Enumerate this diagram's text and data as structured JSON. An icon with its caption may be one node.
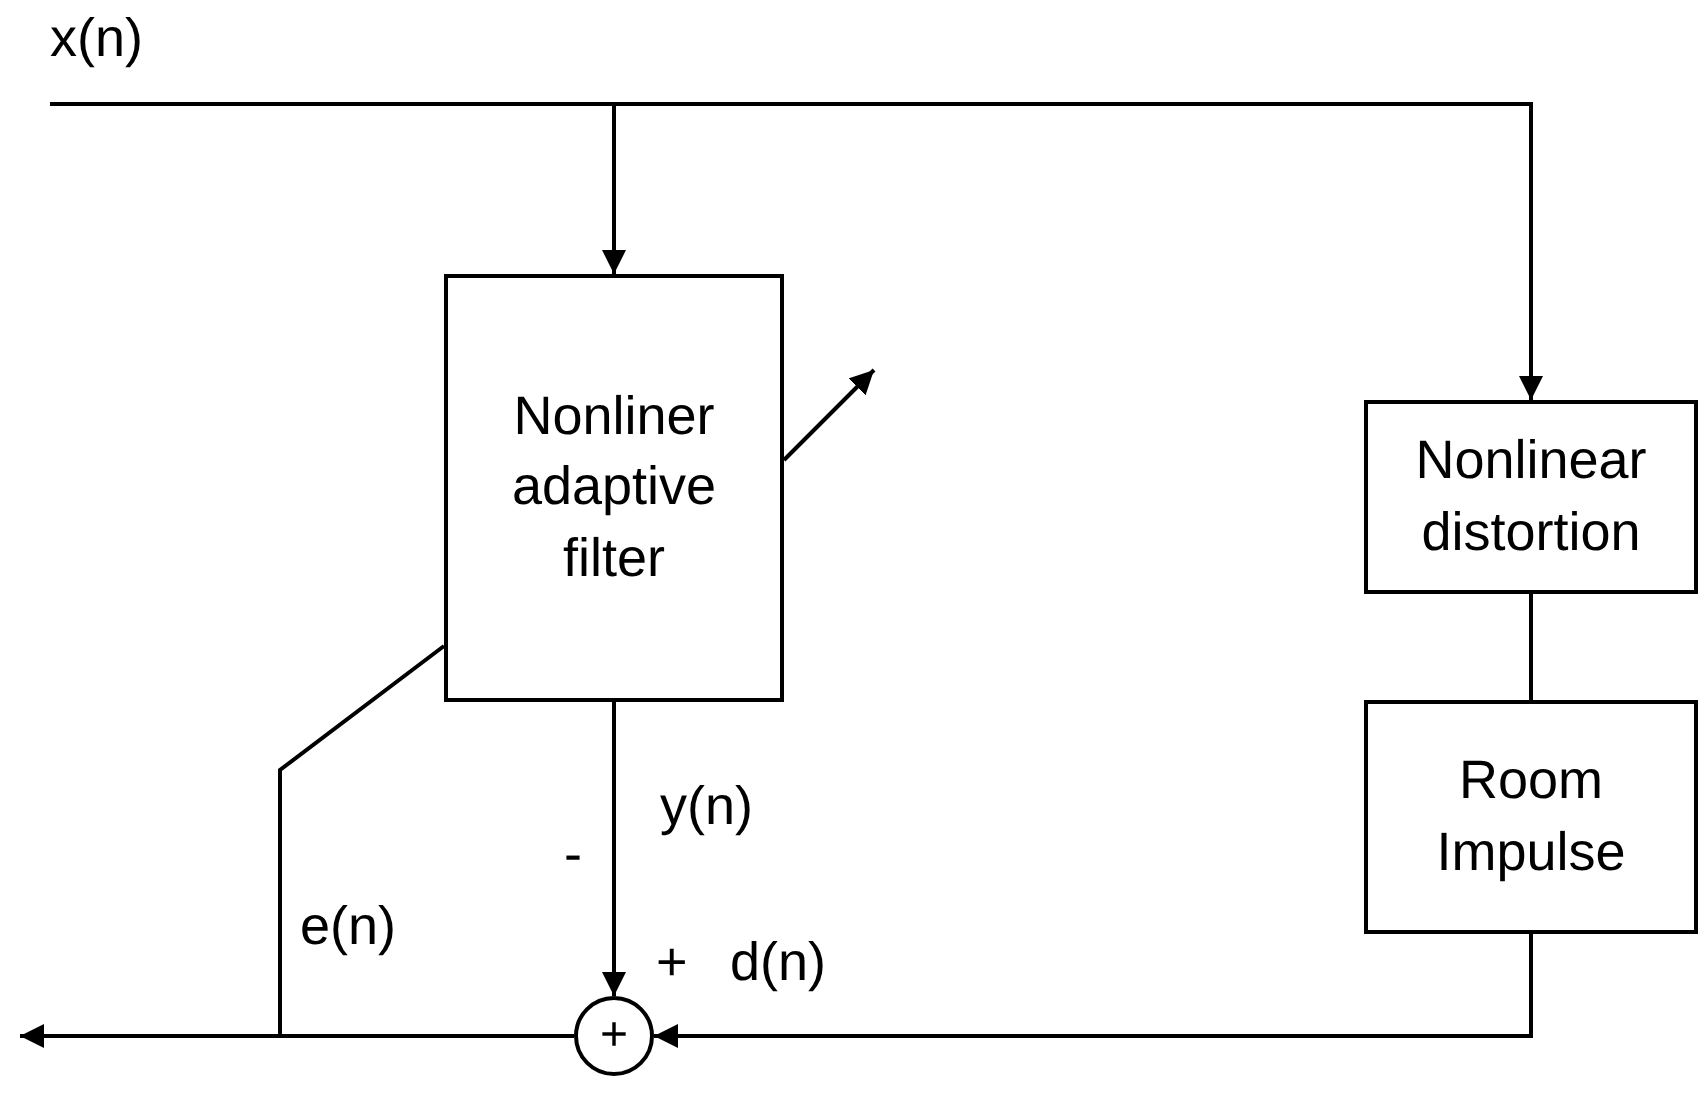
{
  "diagram": {
    "nodes": [
      {
        "text": [
          "x(n)"
        ]
      },
      {
        "text": [
          "Nonliner adaptive filter"
        ]
      },
      {
        "text": [
          "Nonlinear distortion"
        ]
      },
      {
        "text": [
          "Room Impulse"
        ]
      },
      {
        "text": [
          "+"
        ]
      }
    ],
    "edges": [
      {
        "from": 0,
        "to": 1,
        "arrow": "to"
      },
      {
        "from": 0,
        "to": 2,
        "arrow": "to"
      },
      {
        "from": 2,
        "to": 3,
        "arrow": "none"
      },
      {
        "from": 1,
        "to": 4,
        "arrow": "to",
        "label": "y(n)"
      },
      {
        "from": 3,
        "to": 4,
        "arrow": "to",
        "label": "d(n)"
      },
      {
        "from": 4,
        "to": null,
        "arrow": "to",
        "label": "e(n)"
      },
      {
        "from": 4,
        "to": 1,
        "arrow": "none"
      },
      {
        "from": 1,
        "to": null,
        "arrow": "to"
      }
    ],
    "labels": [
      "-",
      "+"
    ]
  }
}
